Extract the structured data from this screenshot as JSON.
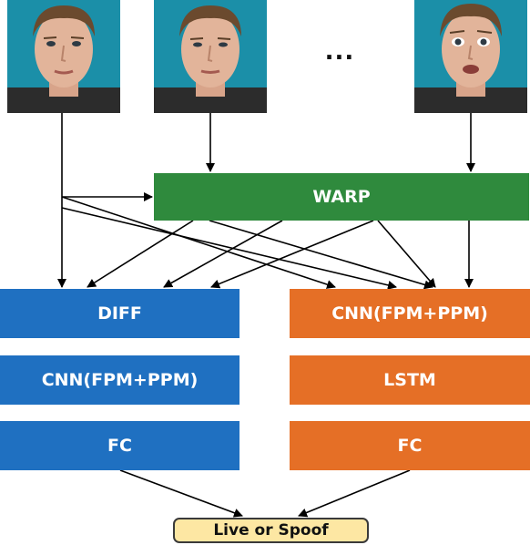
{
  "frames": {
    "first_alt": "first face frame",
    "second_alt": "second face frame",
    "last_alt": "last face frame",
    "ellipsis": "..."
  },
  "blocks": {
    "warp": "WARP",
    "diff": "DIFF",
    "cnn_right": "CNN(FPM+PPM)",
    "cnn_left": "CNN(FPM+PPM)",
    "lstm": "LSTM",
    "fc_left": "FC",
    "fc_right": "FC",
    "output": "Live or Spoof"
  },
  "colors": {
    "warp": "#2f8a3d",
    "left_branch": "#1f70c1",
    "right_branch": "#e56f26",
    "output_fill": "#fde7a3",
    "face_background": "#1b8fa8"
  }
}
